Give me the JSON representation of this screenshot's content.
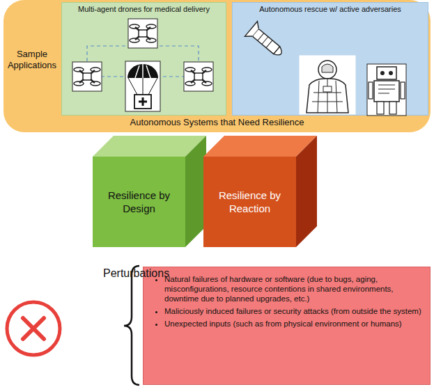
{
  "diagram": {
    "nodes": [
      {
        "text": [
          "Sample Applications",
          "Autonomous Systems that Need Resilience"
        ]
      },
      {
        "text": [
          "Multi-agent drones for medical delivery"
        ],
        "in": 0
      },
      {
        "text": [
          "Autonomous rescue w/ active adversaries"
        ],
        "in": 0
      },
      {
        "text": [
          "Resilience by Design"
        ]
      },
      {
        "text": [
          "Resilience by Reaction"
        ]
      },
      {
        "text": [
          "Natural failures of hardware or software (due to bugs, aging,  misconfigurations, resource contentions in shared environments, downtime due to planned upgrades, etc.)",
          "Maliciously induced failures or security attacks (from outside the system)",
          "Unexpected inputs (such as from physical environment or humans)"
        ]
      }
    ],
    "labels": [
      "Perturbations"
    ]
  }
}
